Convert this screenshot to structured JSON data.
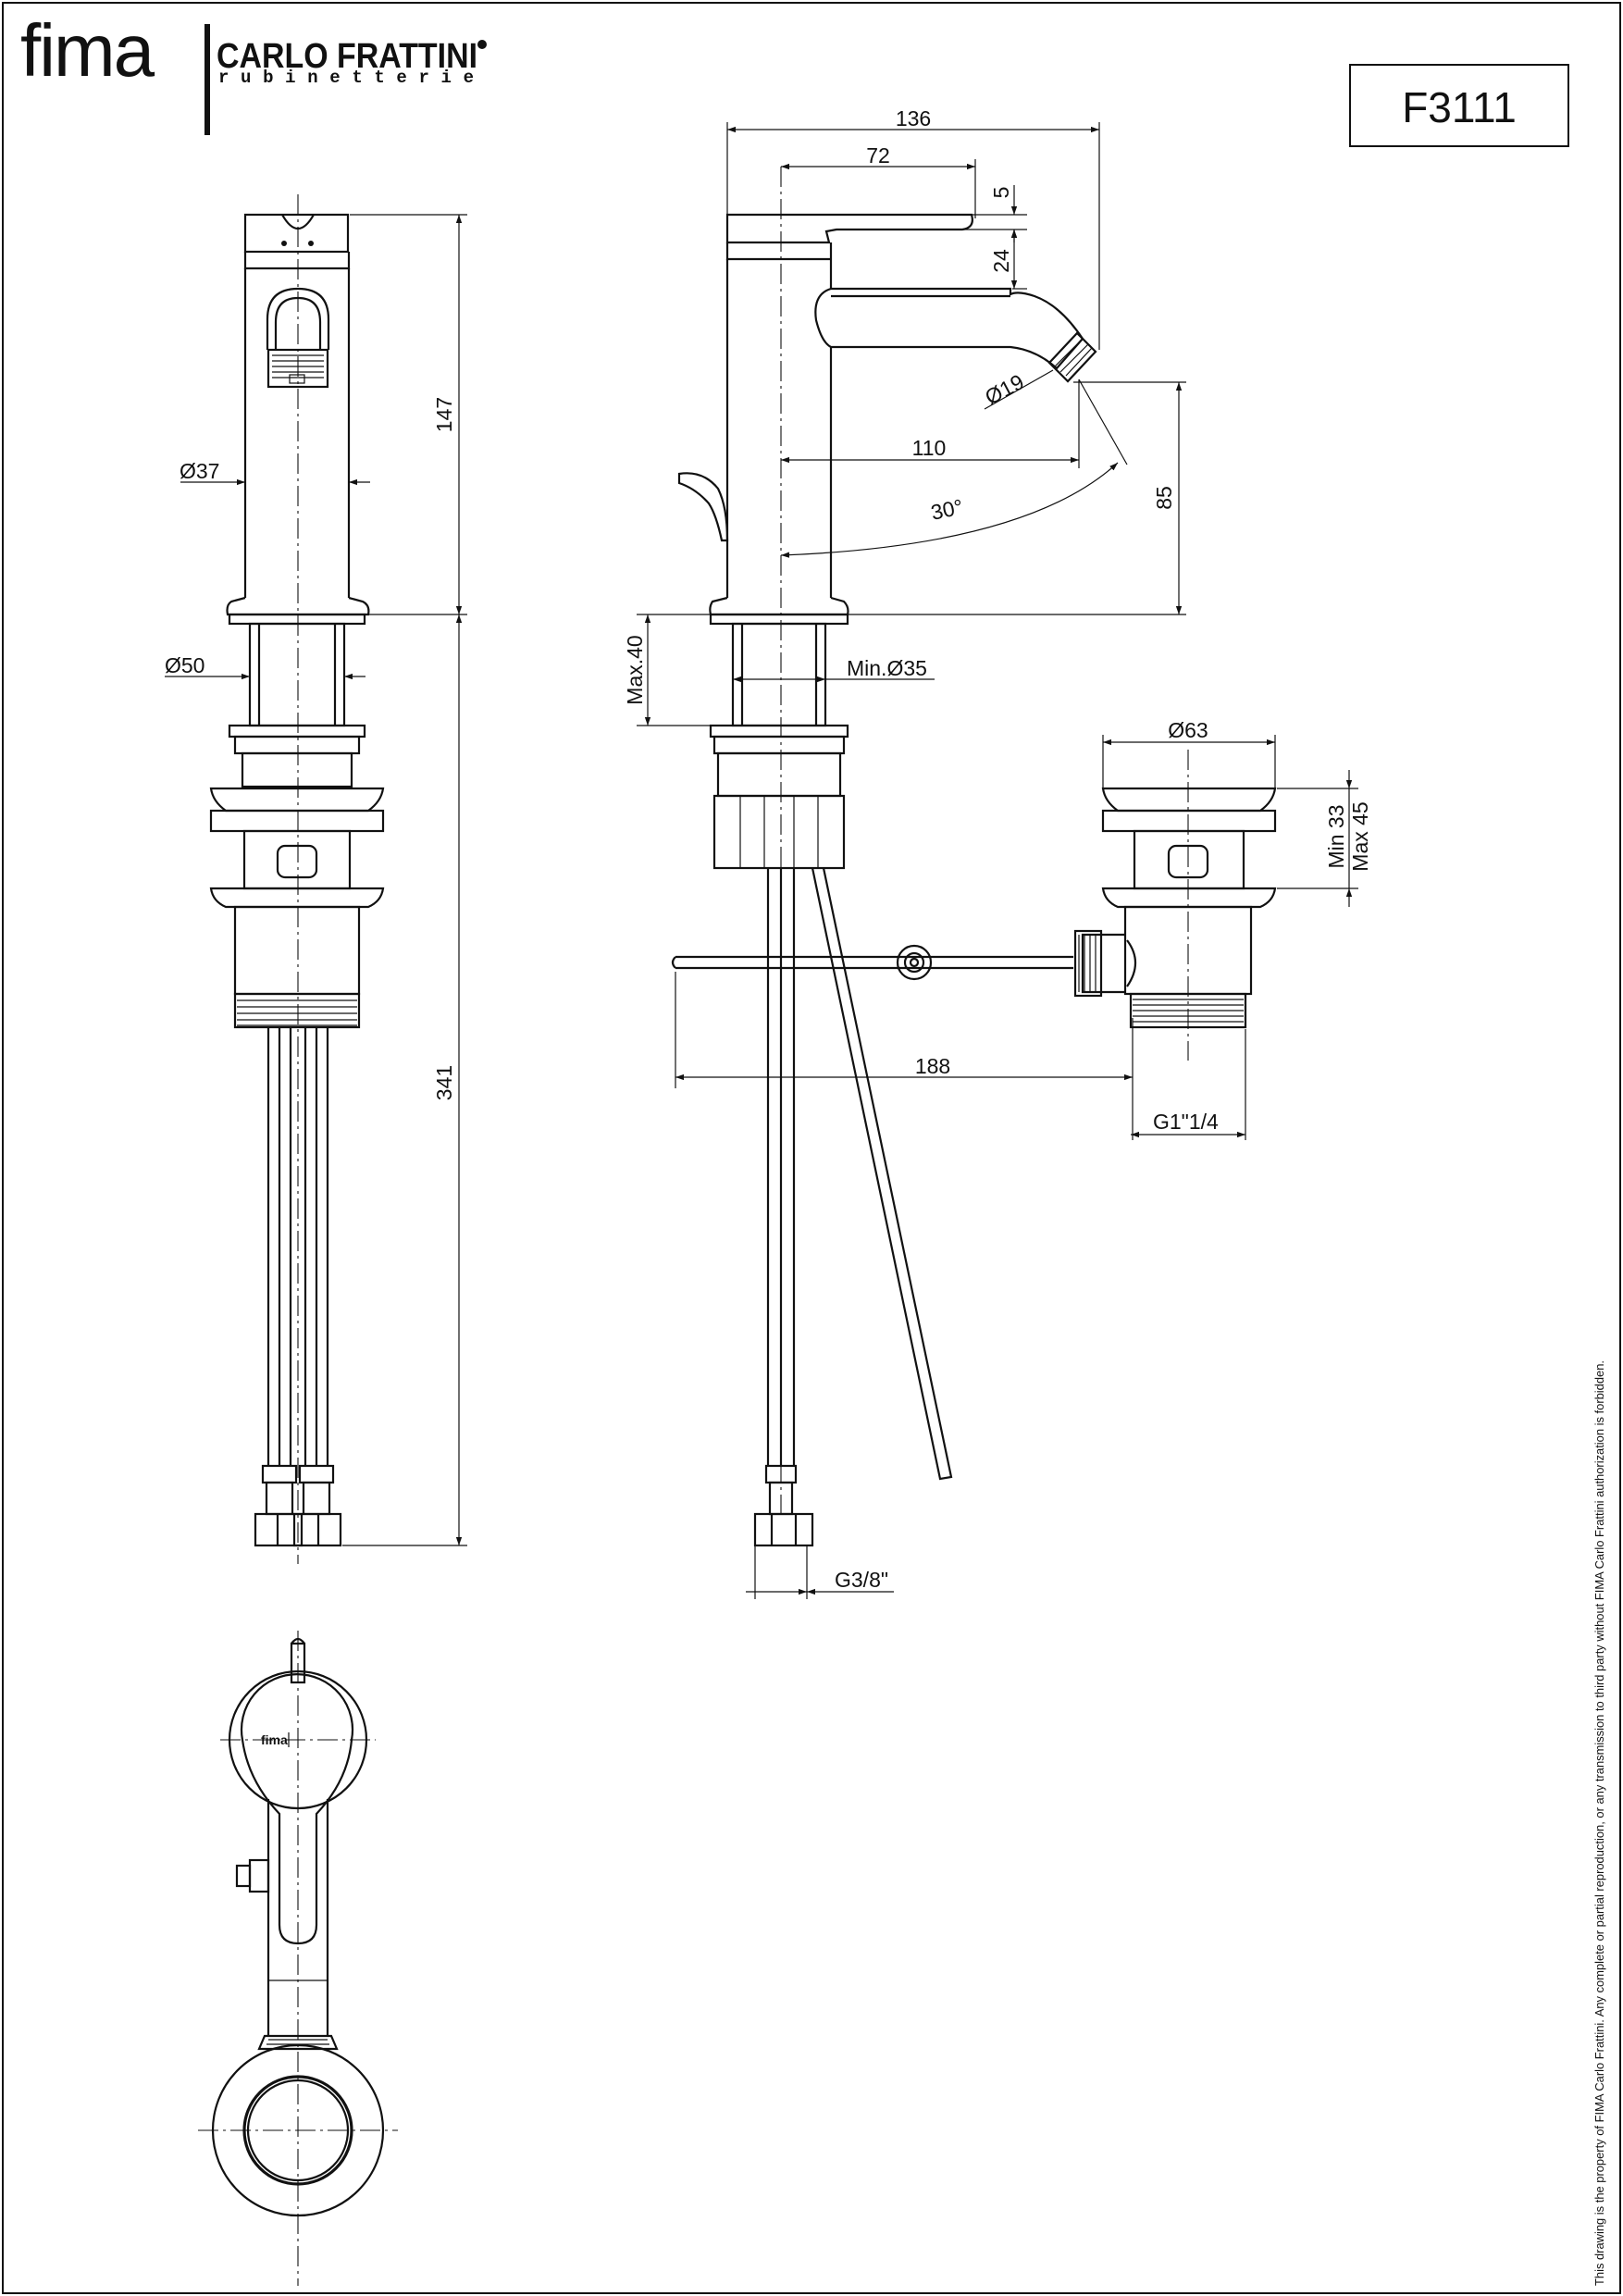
{
  "brand": {
    "logo_text": "fima",
    "company": "CARLO FRATTINI",
    "tagline": "rubinetterie"
  },
  "model_code": "F3111",
  "dimensions": {
    "front_view": {
      "body_diameter": "Ø37",
      "base_diameter": "Ø50",
      "height_body": "147",
      "height_below_deck": "341"
    },
    "side_view": {
      "overall_length": "136",
      "handle_offset": "72",
      "lever_thickness": "5",
      "lever_height": "24",
      "aerator_diameter": "Ø19",
      "spout_reach": "110",
      "rotation_angle": "30°",
      "spout_height": "85",
      "max_deck_thickness": "Max.40",
      "min_hole_diameter": "Min.Ø35",
      "rod_length": "188",
      "hose_connection": "G3/8\""
    },
    "waste": {
      "plug_diameter": "Ø63",
      "min_thickness": "Min 33",
      "max_thickness": "Max 45",
      "waste_thread": "G1\"1/4"
    }
  },
  "top_view": {
    "handle_logo": "fima"
  },
  "legal_notice": "This drawing is the property of FIMA Carlo Frattini. Any complete or partial reproduction, or any transmission to third party without FIMA Carlo Frattini authorization is forbidden."
}
